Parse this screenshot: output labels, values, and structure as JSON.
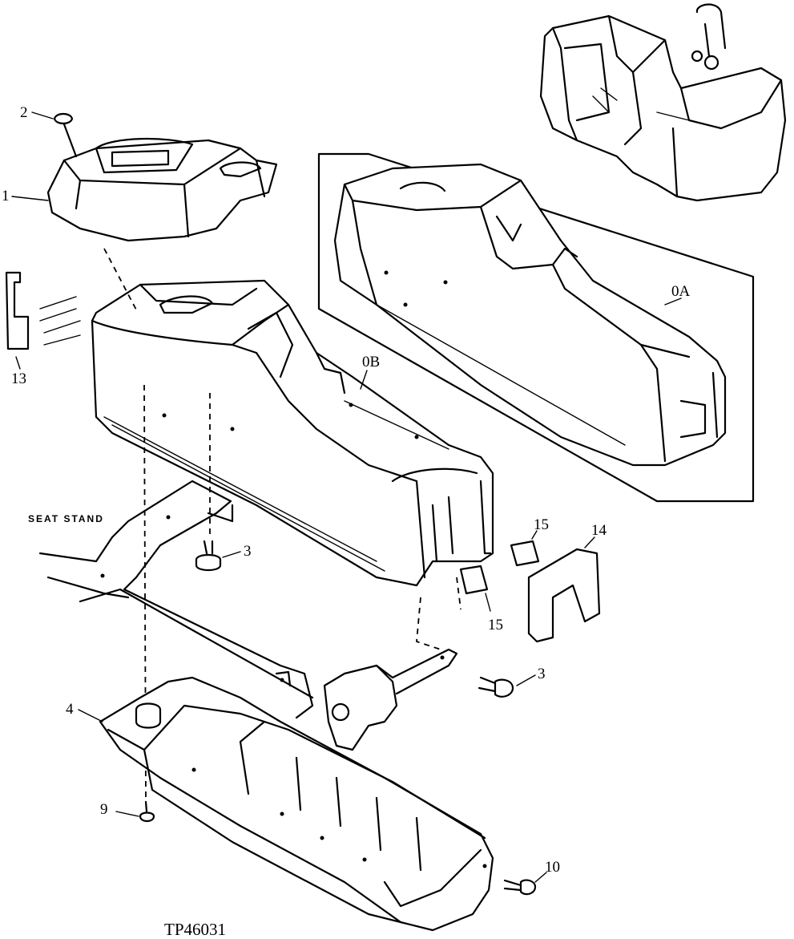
{
  "diagram": {
    "figure_id": "TP46031",
    "seat_stand_label": "SEAT STAND",
    "callouts": {
      "c1": "1",
      "c2": "2",
      "c3a": "3",
      "c3b": "3",
      "c4": "4",
      "c9": "9",
      "c10": "10",
      "c13": "13",
      "c14": "14",
      "c15a": "15",
      "c15b": "15",
      "c0a": "0A",
      "c0b": "0B"
    }
  }
}
